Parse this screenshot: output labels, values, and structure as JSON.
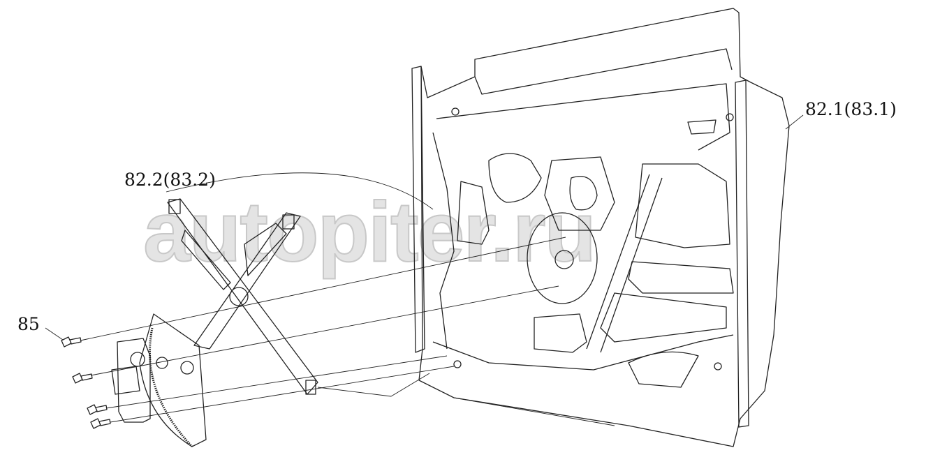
{
  "diagram": {
    "callouts": [
      {
        "id": "window-regulator-panel",
        "text": "82.1(83.1)"
      },
      {
        "id": "window-regulator",
        "text": "82.2(83.2)"
      },
      {
        "id": "bolt",
        "text": "85"
      }
    ],
    "watermark": "autopiter.ru"
  }
}
